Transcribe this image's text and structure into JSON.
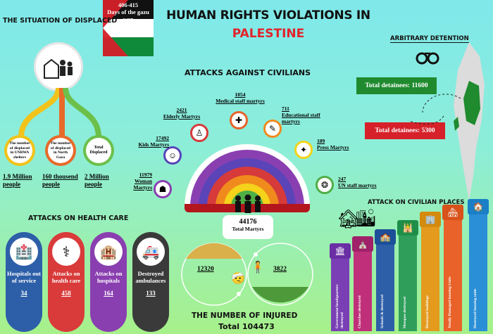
{
  "flag": {
    "line1": "406-415",
    "line2": "Days of the gazu",
    "line3": "war"
  },
  "title": {
    "line1": "HUMAN RIGHTS VIOLATIONS IN",
    "line2": "PALESTINE"
  },
  "displaced": {
    "heading": "THE SITUATION OF DISPLACED",
    "items": [
      {
        "label": "The number of displaced in UNRWA shelters",
        "value": "1.9 Million people"
      },
      {
        "label": "The number of displaced in North Gaza",
        "value": "160 thousend people"
      },
      {
        "label": "Total Displaced",
        "value": "2 Million people"
      }
    ]
  },
  "civilians": {
    "heading": "ATTACKS AGAINST CIVILIANS",
    "items": [
      {
        "value": "11979",
        "label": "Woman Martyrs"
      },
      {
        "value": "17492",
        "label": "Kids Martyrs"
      },
      {
        "value": "2421",
        "label": "Elderly Martyrs"
      },
      {
        "value": "1054",
        "label": "Medical staff martyrs"
      },
      {
        "value": "711",
        "label": "Educational staff martyrs"
      },
      {
        "value": "189",
        "label": "Press Martyrs"
      },
      {
        "value": "247",
        "label": "UN staff martyrs"
      }
    ],
    "total_value": "44176",
    "total_label": "Total Martyrs"
  },
  "detention": {
    "heading": "ARBITRARY DETENTION",
    "box1": "Total detainees: 11600",
    "box2": "Total detainees: 5300"
  },
  "health": {
    "heading": "ATTACKS ON HEALTH CARE",
    "cards": [
      {
        "label": "Hospitals out of service",
        "value": "34",
        "color": "#2d5fa8"
      },
      {
        "label": "Attacks on health care",
        "value": "458",
        "color": "#d93a3a"
      },
      {
        "label": "Attacks on hospitals",
        "value": "164",
        "color": "#8a3fb0"
      },
      {
        "label": "Destroyed ambulances",
        "value": "133",
        "color": "#3a3a3a"
      }
    ]
  },
  "injured": {
    "left": "12320",
    "right": "3822",
    "heading": "THE NUMBER OF INJURED",
    "total": "Total 104473"
  },
  "places": {
    "heading": "ATTACK ON CIVILIAN PLACES",
    "bars": [
      {
        "label": "Government headquarters destroyed",
        "color": "#7a3fb5"
      },
      {
        "label": "Churches destroyed",
        "color": "#c0307a"
      },
      {
        "label": "Schools & destroyed",
        "color": "#2d5fa8"
      },
      {
        "label": "Mosques destroyed",
        "color": "#2f9e5a"
      },
      {
        "label": "Destroyed buildings",
        "color": "#e39a1d"
      },
      {
        "label": "Totally Damaged housing Units",
        "color": "#e8622a"
      },
      {
        "label": "Destroyed housing units",
        "color": "#2a8fd6"
      }
    ]
  }
}
